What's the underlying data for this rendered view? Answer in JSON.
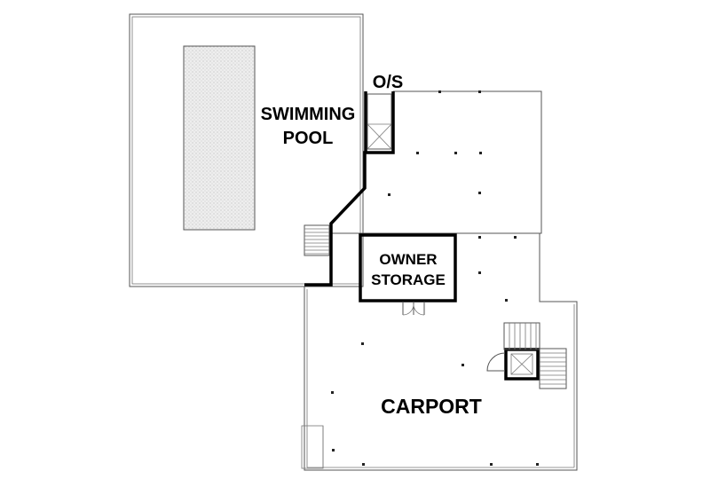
{
  "labels": {
    "pool_line1": "SWIMMING",
    "pool_line2": "POOL",
    "os": "O/S",
    "storage_line1": "OWNER",
    "storage_line2": "STORAGE",
    "carport": "CARPORT"
  }
}
